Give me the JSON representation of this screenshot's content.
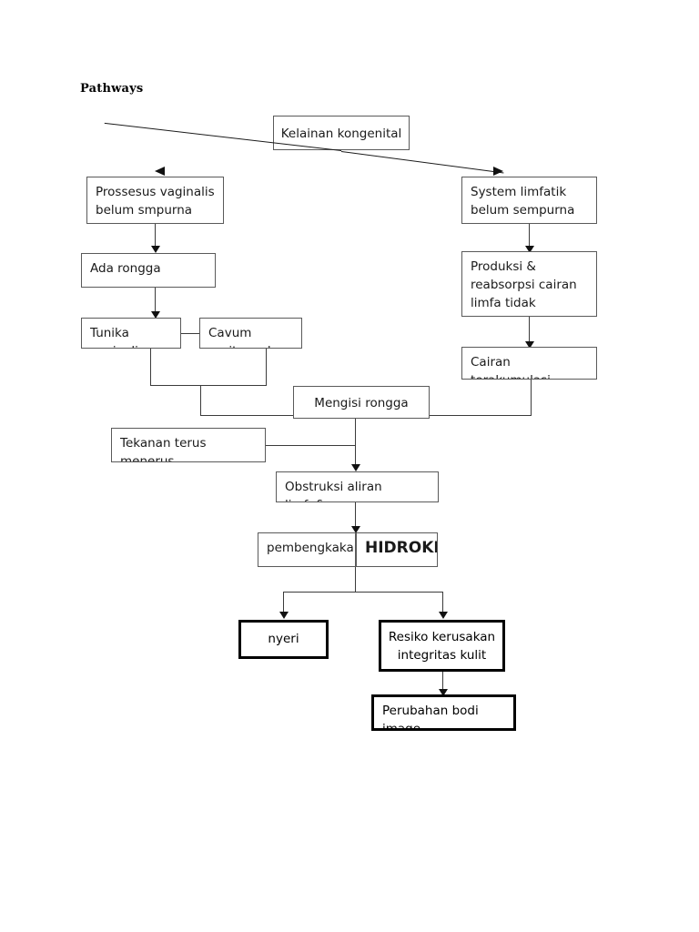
{
  "document": {
    "title": "Pathways"
  },
  "flowchart": {
    "type": "flowchart",
    "nodes": [
      {
        "id": "kelainan-kongenital",
        "label": "Kelainan kongenital"
      },
      {
        "id": "prossesus-vaginalis",
        "label": "Prossesus vaginalis belum smpurna"
      },
      {
        "id": "system-limfatik",
        "label": "System limfatik belum sempurna"
      },
      {
        "id": "ada-rongga",
        "label": "Ada rongga"
      },
      {
        "id": "produksi-reabsorpsi",
        "label": "Produksi & reabsorpsi  cairan limfa tidak seimbang"
      },
      {
        "id": "tunika-vaginalis",
        "label": "Tunika vaginalis"
      },
      {
        "id": "cavum-peritoneal",
        "label": "Cavum peritoneal"
      },
      {
        "id": "cairan-terakumulasi",
        "label": "Cairan terakumulasi"
      },
      {
        "id": "mengisi-rongga",
        "label": "Mengisi rongga"
      },
      {
        "id": "tekanan-terus-menerus",
        "label": "Tekanan terus menerus"
      },
      {
        "id": "obstruksi-aliran",
        "label": "Obstruksi aliran limfe&vena"
      },
      {
        "id": "pembengkakan",
        "label": "pembengkakan"
      },
      {
        "id": "hidrokel",
        "label": "HIDROKEL"
      },
      {
        "id": "nyeri",
        "label": "nyeri"
      },
      {
        "id": "resiko-kerusakan",
        "label": "Resiko kerusakan integritas kulit"
      },
      {
        "id": "perubahan-bodi-image",
        "label": "Perubahan bodi image"
      }
    ]
  },
  "colors": {
    "box_border": "#5a5a5a",
    "thick_box_border": "#000000",
    "connector": "#3b3b3b",
    "text": "#1a1a1a",
    "background": "#ffffff"
  }
}
